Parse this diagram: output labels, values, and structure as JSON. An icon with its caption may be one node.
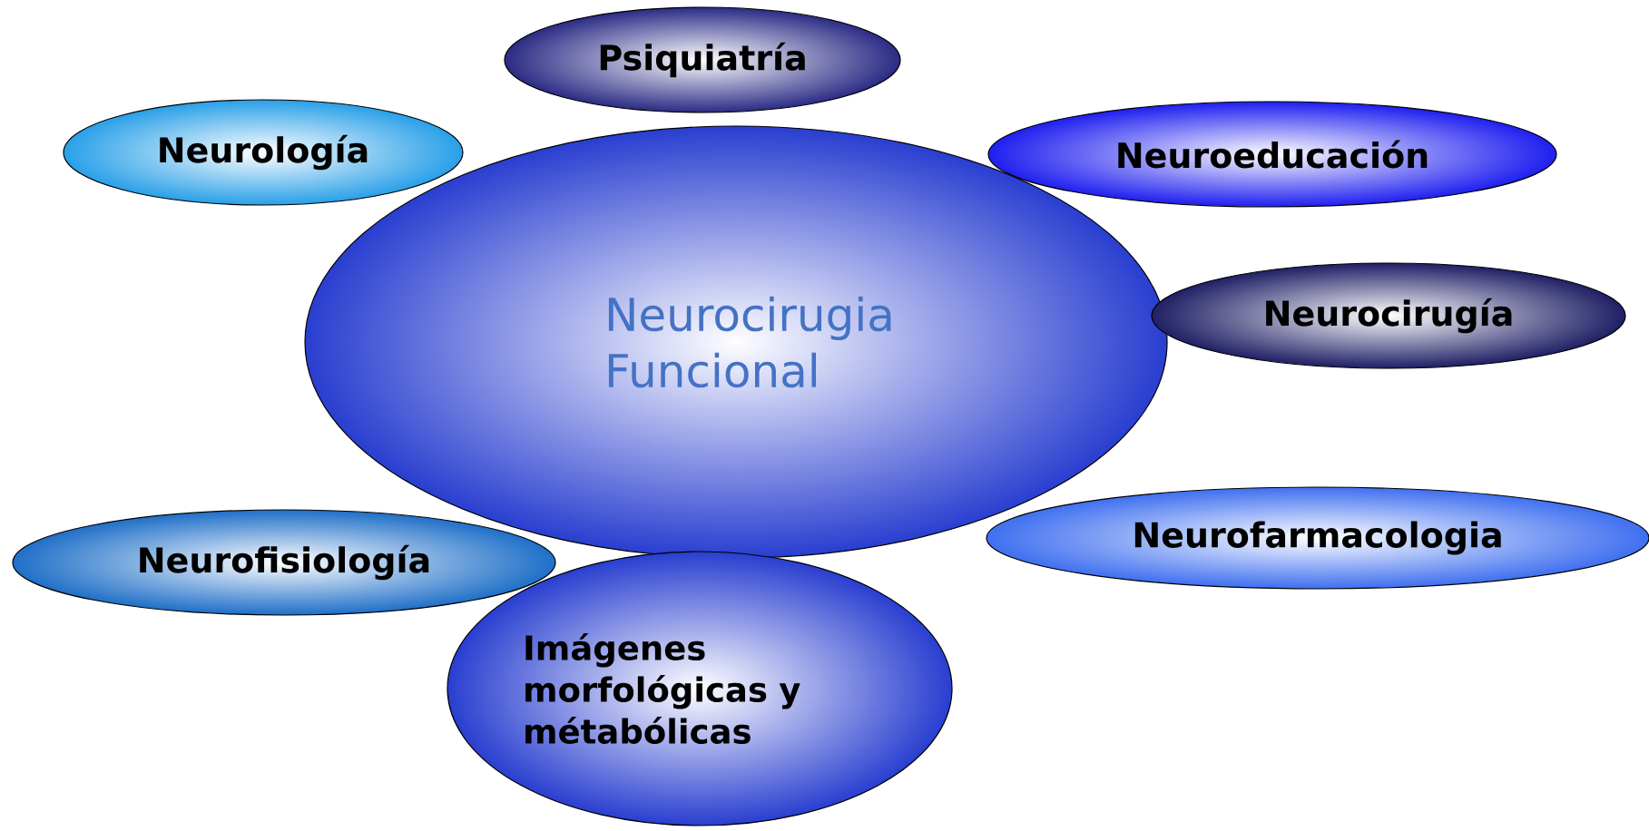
{
  "diagram": {
    "nodes": [
      {
        "text": [
          "Neurocirugia Funcional"
        ]
      },
      {
        "text": [
          "Psiquiatría"
        ]
      },
      {
        "text": [
          "Neurología"
        ]
      },
      {
        "text": [
          "Neuroeducación"
        ]
      },
      {
        "text": [
          "Neurocirugía"
        ]
      },
      {
        "text": [
          "Neurofarmacologia"
        ]
      },
      {
        "text": [
          "Neurofisiología"
        ]
      },
      {
        "text": [
          "Imágenes morfológicas y métabólicas"
        ]
      }
    ]
  }
}
